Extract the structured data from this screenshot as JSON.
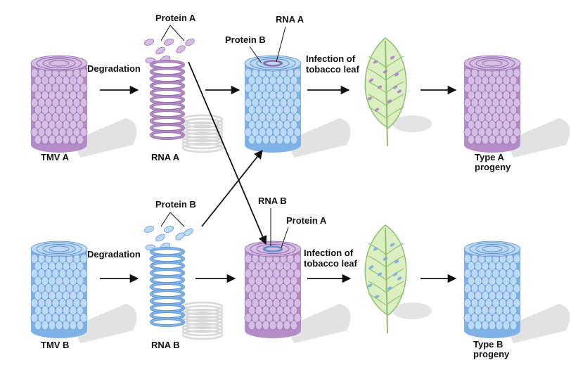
{
  "colors": {
    "purple": "#b48cc8",
    "purple_dark": "#8f66a8",
    "purple_light": "#d6bde3",
    "blue": "#7fb3e8",
    "blue_dark": "#5a8fd0",
    "blue_light": "#bcd9f5",
    "leaf": "#dcefc0",
    "leaf_edge": "#8cc070",
    "arrow": "#111111",
    "shadow": "#d8d8d8"
  },
  "top_row": {
    "parent_label": "TMV A",
    "degradation_label": "Degradation",
    "protein_label": "Protein A",
    "rna_label": "RNA A",
    "hybrid_protein_label": "Protein B",
    "hybrid_rna_label": "RNA A",
    "infection_label_line1": "Infection of",
    "infection_label_line2": "tobacco leaf",
    "progeny_line1": "Type A",
    "progeny_line2": "progeny"
  },
  "bottom_row": {
    "parent_label": "TMV B",
    "degradation_label": "Degradation",
    "protein_label": "Protein B",
    "rna_label": "RNA B",
    "hybrid_protein_label": "Protein A",
    "hybrid_rna_label": "RNA B",
    "infection_label_line1": "Infection of",
    "infection_label_line2": "tobacco leaf",
    "progeny_line1": "Type B",
    "progeny_line2": "progeny"
  }
}
